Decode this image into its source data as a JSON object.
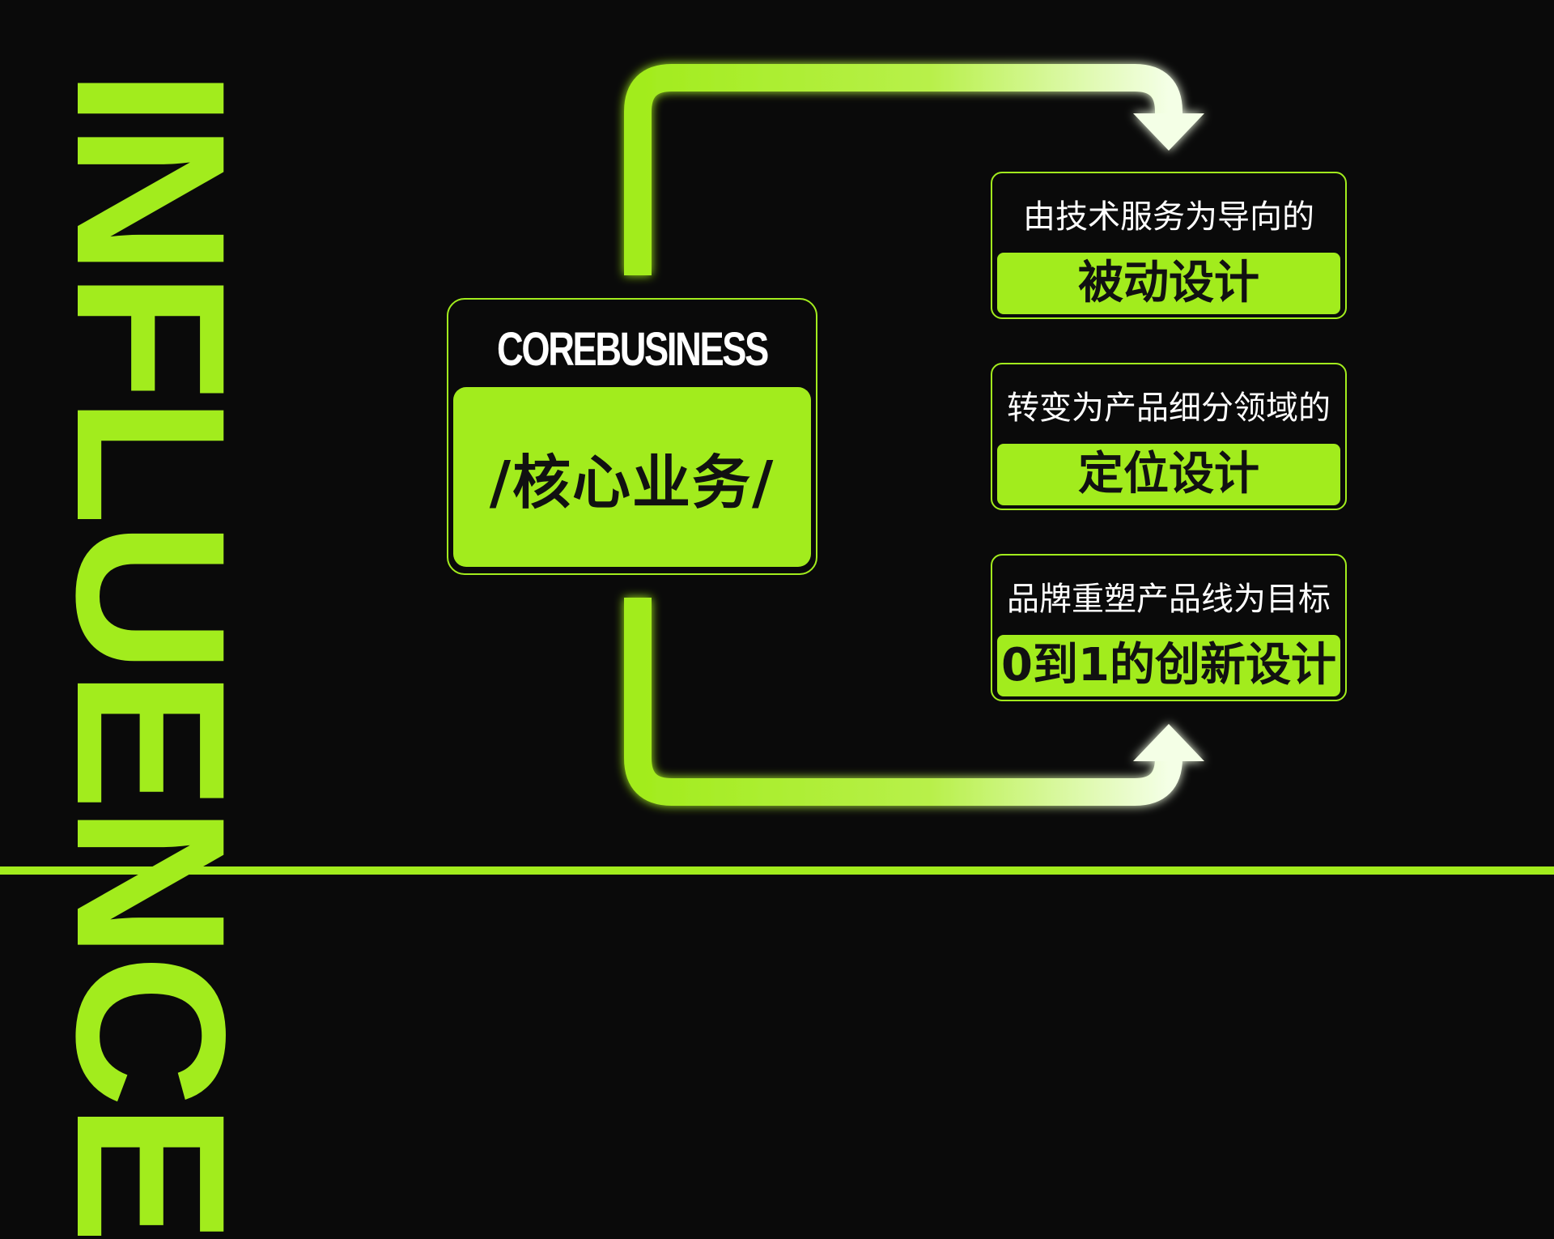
{
  "side_word": "INFLUENCE",
  "core": {
    "title": "COREBUSINESS",
    "label": "/核心业务/"
  },
  "items": [
    {
      "subtitle": "由技术服务为导向的",
      "tag": "被动设计"
    },
    {
      "subtitle": "转变为产品细分领域的",
      "tag": "定位设计"
    },
    {
      "subtitle": "品牌重塑产品线为目标",
      "tag": "0到1的创新设计"
    }
  ],
  "colors": {
    "background": "#0a0a0a",
    "accent": "#a2ec1d",
    "arrow_light": "#f4ffe6",
    "text_light": "#ffffff",
    "text_dark": "#111111"
  },
  "icons": [
    "arrow-down-icon",
    "arrow-up-icon"
  ]
}
